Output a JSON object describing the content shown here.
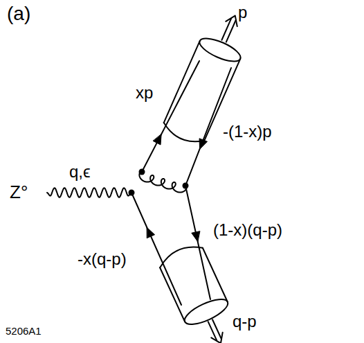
{
  "diagram": {
    "labels": [
      "(a)",
      "p",
      "xp",
      "-(1-x)p",
      "Z°",
      "q,ϵ",
      "(1-x)(q-p)",
      "-x(q-p)",
      "q-p",
      "5206A1"
    ]
  }
}
